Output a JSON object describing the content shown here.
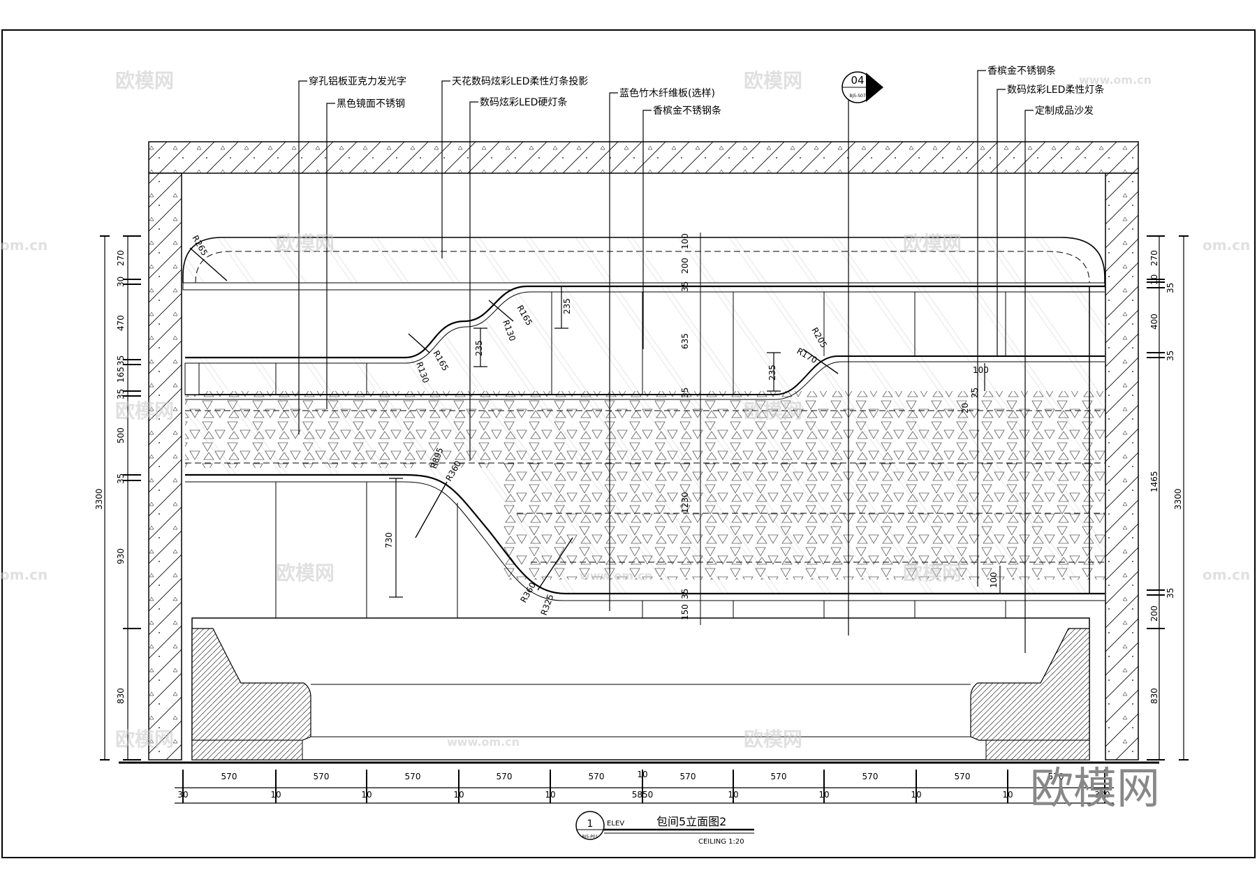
{
  "callouts_left": [
    "穿孔铝板亚克力发光字",
    "黑色镜面不锈钢",
    "天花数码炫彩LED柔性灯条投影",
    "数码炫彩LED硬灯条",
    "蓝色竹木纤维板(选样)",
    "香槟金不锈钢条"
  ],
  "callouts_right": [
    "香槟金不锈钢条",
    "数码炫彩LED柔性灯条",
    "定制成品沙发"
  ],
  "section_marker": {
    "number": "04",
    "sheet": "BJ5-S07"
  },
  "left_dims": [
    "270",
    "30",
    "470",
    "35",
    "165",
    "35",
    "500",
    "35",
    "930",
    "830"
  ],
  "left_total": "3300",
  "right_dims": [
    "270",
    "10",
    "35",
    "400",
    "35",
    "1465",
    "35",
    "200",
    "830"
  ],
  "right_total": "3300",
  "inner_dims": [
    "100",
    "200",
    "35",
    "635",
    "35",
    "1230",
    "35",
    "150"
  ],
  "local_dims": [
    "235",
    "235",
    "235",
    "730",
    "100",
    "20",
    "25",
    "100"
  ],
  "radii": [
    "R265",
    "R165",
    "R130",
    "R165",
    "R130",
    "R205",
    "R170",
    "R895",
    "R360",
    "R360",
    "R325"
  ],
  "bottom_spans": [
    "570",
    "570",
    "570",
    "570",
    "570",
    "570",
    "570",
    "570",
    "570",
    "570"
  ],
  "bottom_gaps": [
    "30",
    "10",
    "10",
    "10",
    "10",
    "10",
    "10",
    "10",
    "10",
    "10",
    "30"
  ],
  "bottom_mid_gap": "10",
  "bottom_total": "5850",
  "title": {
    "number": "1",
    "code": "ELEV",
    "sheet": "BJ5-P01",
    "name": "包间5立面图2",
    "scale": "CEILING 1:20"
  },
  "watermarks": [
    "欧模网",
    "www.om.cn",
    "om.cn"
  ],
  "logo": "欧模网"
}
